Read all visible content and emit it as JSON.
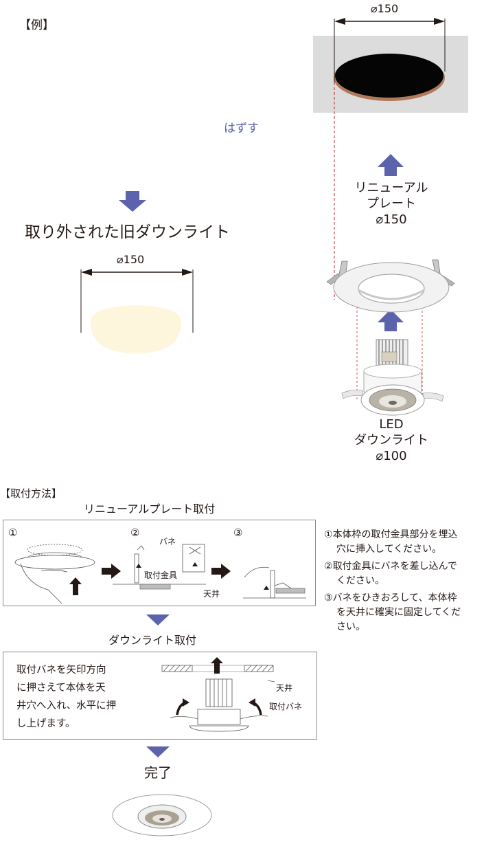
{
  "example_heading": "【例】",
  "remove_label": "はずす",
  "removed_light": {
    "title": "取り外された旧ダウンライト",
    "dimension": "⌀150"
  },
  "ceiling_hole": {
    "dimension": "⌀150"
  },
  "renewal_plate": {
    "line1": "リニューアル",
    "line2": "プレート",
    "dimension": "⌀150"
  },
  "led_downlight": {
    "line1": "LED",
    "line2": "ダウンライト",
    "dimension": "⌀100"
  },
  "install_method": {
    "heading": "【取付方法】",
    "plate_title": "リニューアルプレート取付",
    "steps": [
      "①",
      "②",
      "③"
    ],
    "labels": {
      "spring": "バネ",
      "bracket": "取付金具",
      "ceiling": "天井"
    },
    "notes": [
      {
        "num": "①",
        "line1": "本体枠の取付金具部分を埋込",
        "line2": "穴に挿入してください。"
      },
      {
        "num": "②",
        "line1": "取付金具にバネを差し込んで",
        "line2": "ください。"
      },
      {
        "num": "③",
        "line1": "バネをひきおろして、本体枠",
        "line2": "を天井に確実に固定してくだ",
        "line3": "さい。"
      }
    ],
    "downlight_title": "ダウンライト取付",
    "downlight_text": {
      "line1": "取付バネを矢印方向",
      "line2": "に押さえて本体を天",
      "line3": "井穴へ入れ、水平に押",
      "line4": "し上げます。"
    },
    "downlight_labels": {
      "ceiling": "天井",
      "spring": "取付バネ"
    },
    "complete": "完了"
  },
  "colors": {
    "arrow_blue": "#5b63ac",
    "label_blue": "#5b63ac",
    "dark_arrow": "#231815",
    "old_light": "#fdf6dc",
    "ceiling_gray": "#dcdcdc",
    "guide_red": "#c1272d"
  }
}
